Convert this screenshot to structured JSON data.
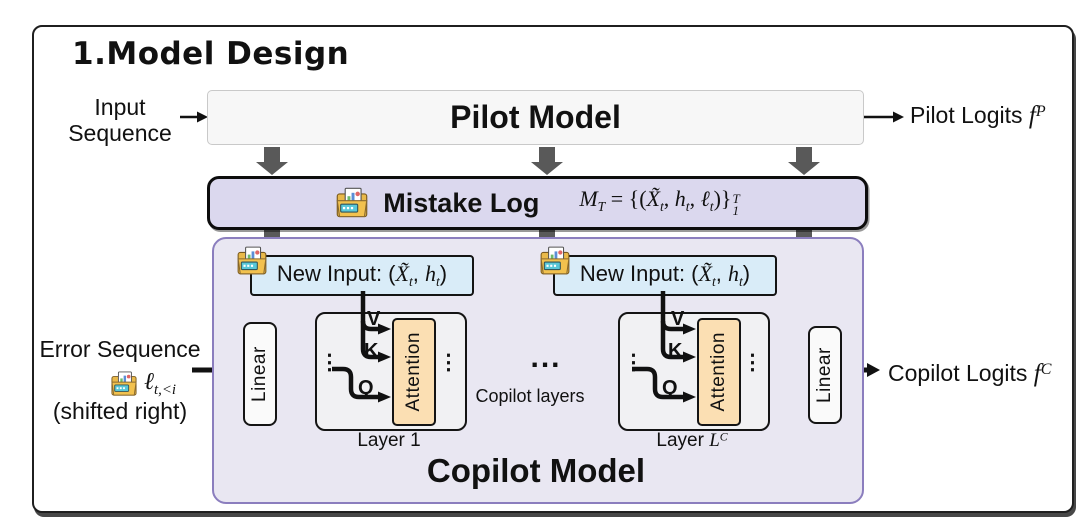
{
  "title": "1.Model Design",
  "pilot": {
    "input_line1": "Input",
    "input_line2": "Sequence",
    "box_label": "Pilot Model",
    "output_prefix": "Pilot Logits ",
    "output_var": "f",
    "output_sup": "P"
  },
  "mistake_log": {
    "label": "Mistake Log",
    "formula": {
      "M": "M",
      "M_sub": "T",
      "eq": " = ",
      "open": "{(",
      "X": "X̃",
      "X_sub": "t",
      "c1": ", ",
      "h": "h",
      "h_sub": "t",
      "c2": ", ",
      "ell": "ℓ",
      "ell_sub": "t",
      "close": ")}",
      "sup": "T",
      "sub": "1"
    }
  },
  "copilot": {
    "label": "Copilot Model",
    "new_input": {
      "prefix": "New Input: ",
      "open": "(",
      "X": "X̃",
      "X_sub": "t",
      "comma": ", ",
      "h": "h",
      "h_sub": "t",
      "close": ")"
    },
    "error": {
      "line1": "Error Sequence",
      "ell": "ℓ",
      "ell_sub": "t,<i",
      "line3": "(shifted right)"
    },
    "linear_label": "Linear",
    "attention_label": "Attention",
    "v": "V",
    "k": "K",
    "q": "Q",
    "dots_v": "⋮",
    "dots_h": "...",
    "layers_label": "Copilot layers",
    "layer1_label": "Layer 1",
    "layerL_prefix": "Layer ",
    "layerL_var": "L",
    "layerL_sup": "C",
    "output_prefix": "Copilot Logits ",
    "output_var": "f",
    "output_sup": "C"
  },
  "colors": {
    "mistake_fill": "#dbd8ee",
    "copilot_fill": "#e9e7f2",
    "copilot_border": "#8b7ebe",
    "new_input_fill": "#d9ecf8",
    "attention_fill": "#fbdfb3",
    "block_arrow_gray": "#595959",
    "line_black": "#111111"
  }
}
